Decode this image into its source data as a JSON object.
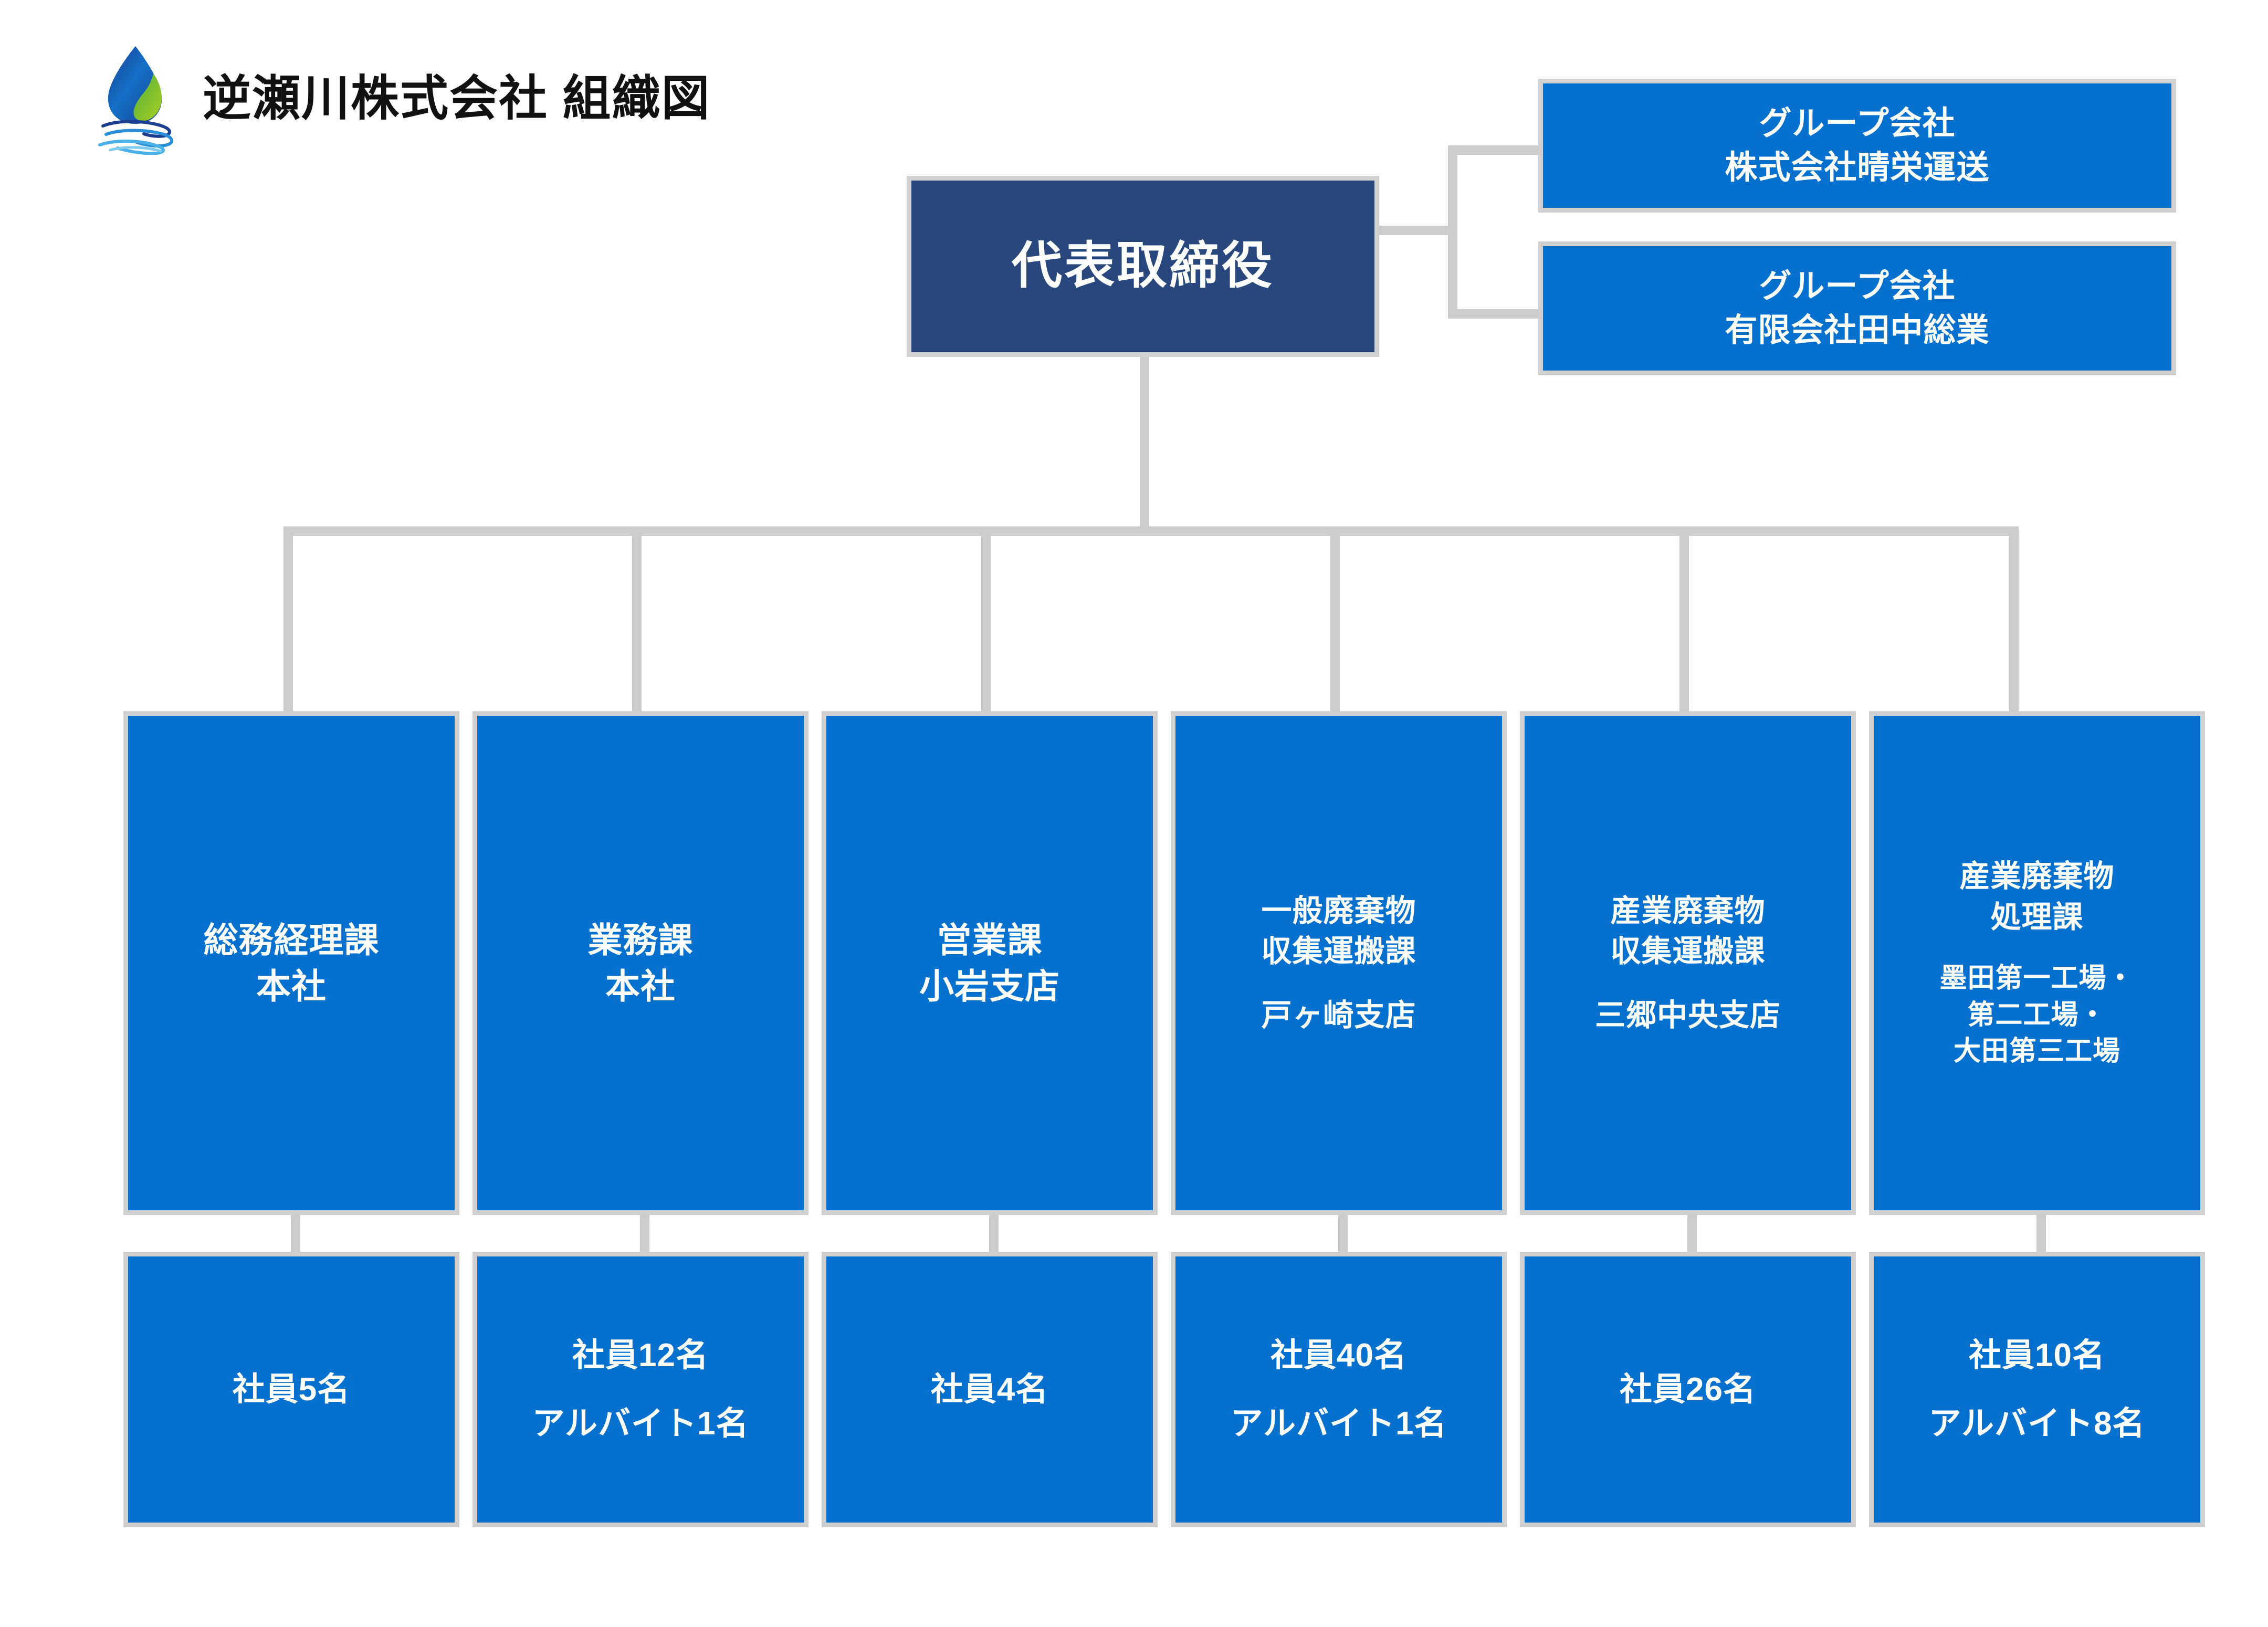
{
  "header": {
    "title": "逆瀬川株式会社  組織図",
    "logo_icon": "water-drop-leaf-logo"
  },
  "colors": {
    "box_blue": "#0670ce",
    "box_navy": "#27477d",
    "connector_gray": "#cccccc",
    "border_gray": "#d0d0d0",
    "text_white": "#ffffff",
    "title_black": "#111111"
  },
  "ceo": {
    "label": "代表取締役"
  },
  "group_companies": [
    {
      "heading": "グループ会社",
      "name": "株式会社晴栄運送"
    },
    {
      "heading": "グループ会社",
      "name": "有限会社田中総業"
    }
  ],
  "departments": [
    {
      "lines": [
        "総務経理課",
        "本社"
      ],
      "sub_lines": [],
      "staff": [
        "社員5名"
      ]
    },
    {
      "lines": [
        "業務課",
        "本社"
      ],
      "sub_lines": [],
      "staff": [
        "社員12名",
        "アルバイト1名"
      ]
    },
    {
      "lines": [
        "営業課",
        "小岩支店"
      ],
      "sub_lines": [],
      "staff": [
        "社員4名"
      ]
    },
    {
      "lines": [
        "一般廃棄物",
        "収集運搬課"
      ],
      "sub_lines": [
        "戸ヶ崎支店"
      ],
      "staff": [
        "社員40名",
        "アルバイト1名"
      ]
    },
    {
      "lines": [
        "産業廃棄物",
        "収集運搬課"
      ],
      "sub_lines": [
        "三郷中央支店"
      ],
      "staff": [
        "社員26名"
      ]
    },
    {
      "lines": [
        "産業廃棄物",
        "処理課"
      ],
      "sub_lines": [
        "墨田第一工場・",
        "第二工場・",
        "大田第三工場"
      ],
      "staff": [
        "社員10名",
        "アルバイト8名"
      ]
    }
  ]
}
